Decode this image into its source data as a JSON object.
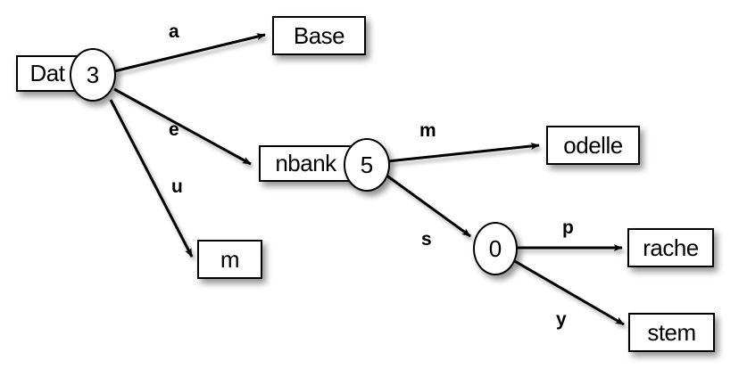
{
  "diagram": {
    "type": "directed-graph",
    "title": "",
    "background_color": "#ffffff",
    "stroke_color": "#000000",
    "nodes": [
      {
        "id": "n3",
        "shape": "box-ellipse",
        "box_label": "Dat",
        "ellipse_label": "3"
      },
      {
        "id": "base",
        "shape": "box",
        "box_label": "Base",
        "ellipse_label": ""
      },
      {
        "id": "nbank5",
        "shape": "box-ellipse",
        "box_label": "nbank",
        "ellipse_label": "5"
      },
      {
        "id": "m_box",
        "shape": "box",
        "box_label": "m",
        "ellipse_label": ""
      },
      {
        "id": "odelle",
        "shape": "box",
        "box_label": "odelle",
        "ellipse_label": ""
      },
      {
        "id": "n0",
        "shape": "ellipse",
        "box_label": "",
        "ellipse_label": "0"
      },
      {
        "id": "rache",
        "shape": "box",
        "box_label": "rache",
        "ellipse_label": ""
      },
      {
        "id": "stem",
        "shape": "box",
        "box_label": "stem",
        "ellipse_label": ""
      }
    ],
    "edges": [
      {
        "id": "e_a",
        "from": "n3",
        "to": "base",
        "label": "a"
      },
      {
        "id": "e_e",
        "from": "n3",
        "to": "nbank5",
        "label": "e"
      },
      {
        "id": "e_u",
        "from": "n3",
        "to": "m_box",
        "label": "u"
      },
      {
        "id": "e_m",
        "from": "nbank5",
        "to": "odelle",
        "label": "m"
      },
      {
        "id": "e_s",
        "from": "nbank5",
        "to": "n0",
        "label": "s"
      },
      {
        "id": "e_p",
        "from": "n0",
        "to": "rache",
        "label": "p"
      },
      {
        "id": "e_y",
        "from": "n0",
        "to": "stem",
        "label": "y"
      }
    ]
  }
}
